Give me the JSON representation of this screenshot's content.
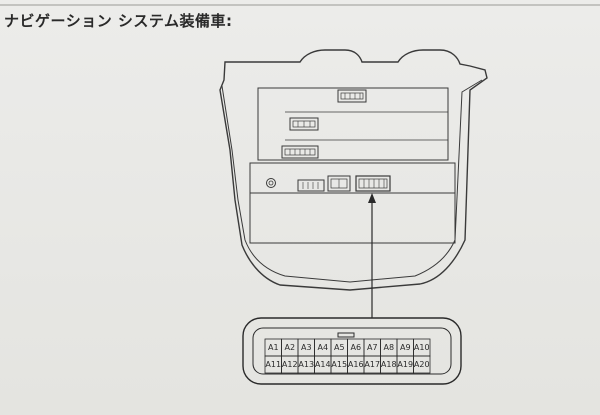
{
  "title": "ナビゲーション システム装備車:",
  "connector": {
    "row1": [
      "A1",
      "A2",
      "A3",
      "A4",
      "A5",
      "A6",
      "A7",
      "A8",
      "A9",
      "A10"
    ],
    "row2": [
      "A11",
      "A12",
      "A13",
      "A14",
      "A15",
      "A16",
      "A17",
      "A18",
      "A19",
      "A20"
    ]
  }
}
